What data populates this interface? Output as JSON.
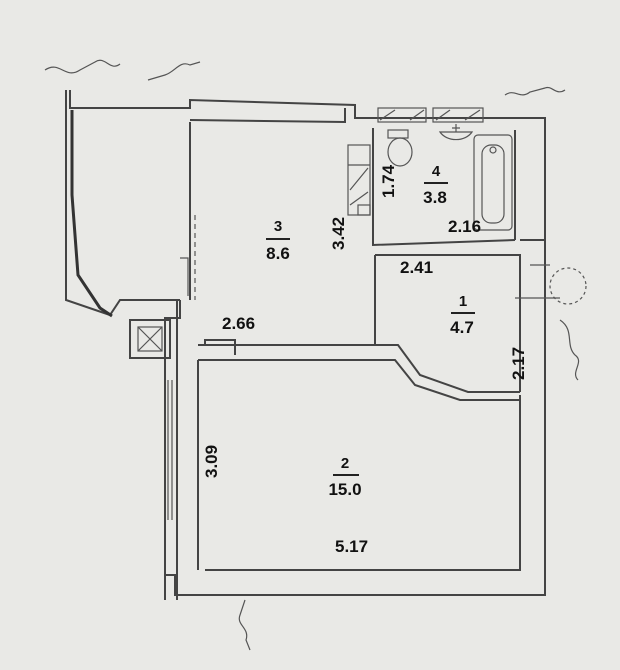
{
  "rooms": [
    {
      "number": "1",
      "area": "4.7"
    },
    {
      "number": "2",
      "area": "15.0"
    },
    {
      "number": "3",
      "area": "8.6"
    },
    {
      "number": "4",
      "area": "3.8"
    }
  ],
  "dimensions": {
    "d_2_66": "2.66",
    "d_3_42": "3.42",
    "d_1_74": "1.74",
    "d_2_16": "2.16",
    "d_2_41": "2.41",
    "d_2_17": "2.17",
    "d_3_09": "3.09",
    "d_5_17": "5.17"
  }
}
